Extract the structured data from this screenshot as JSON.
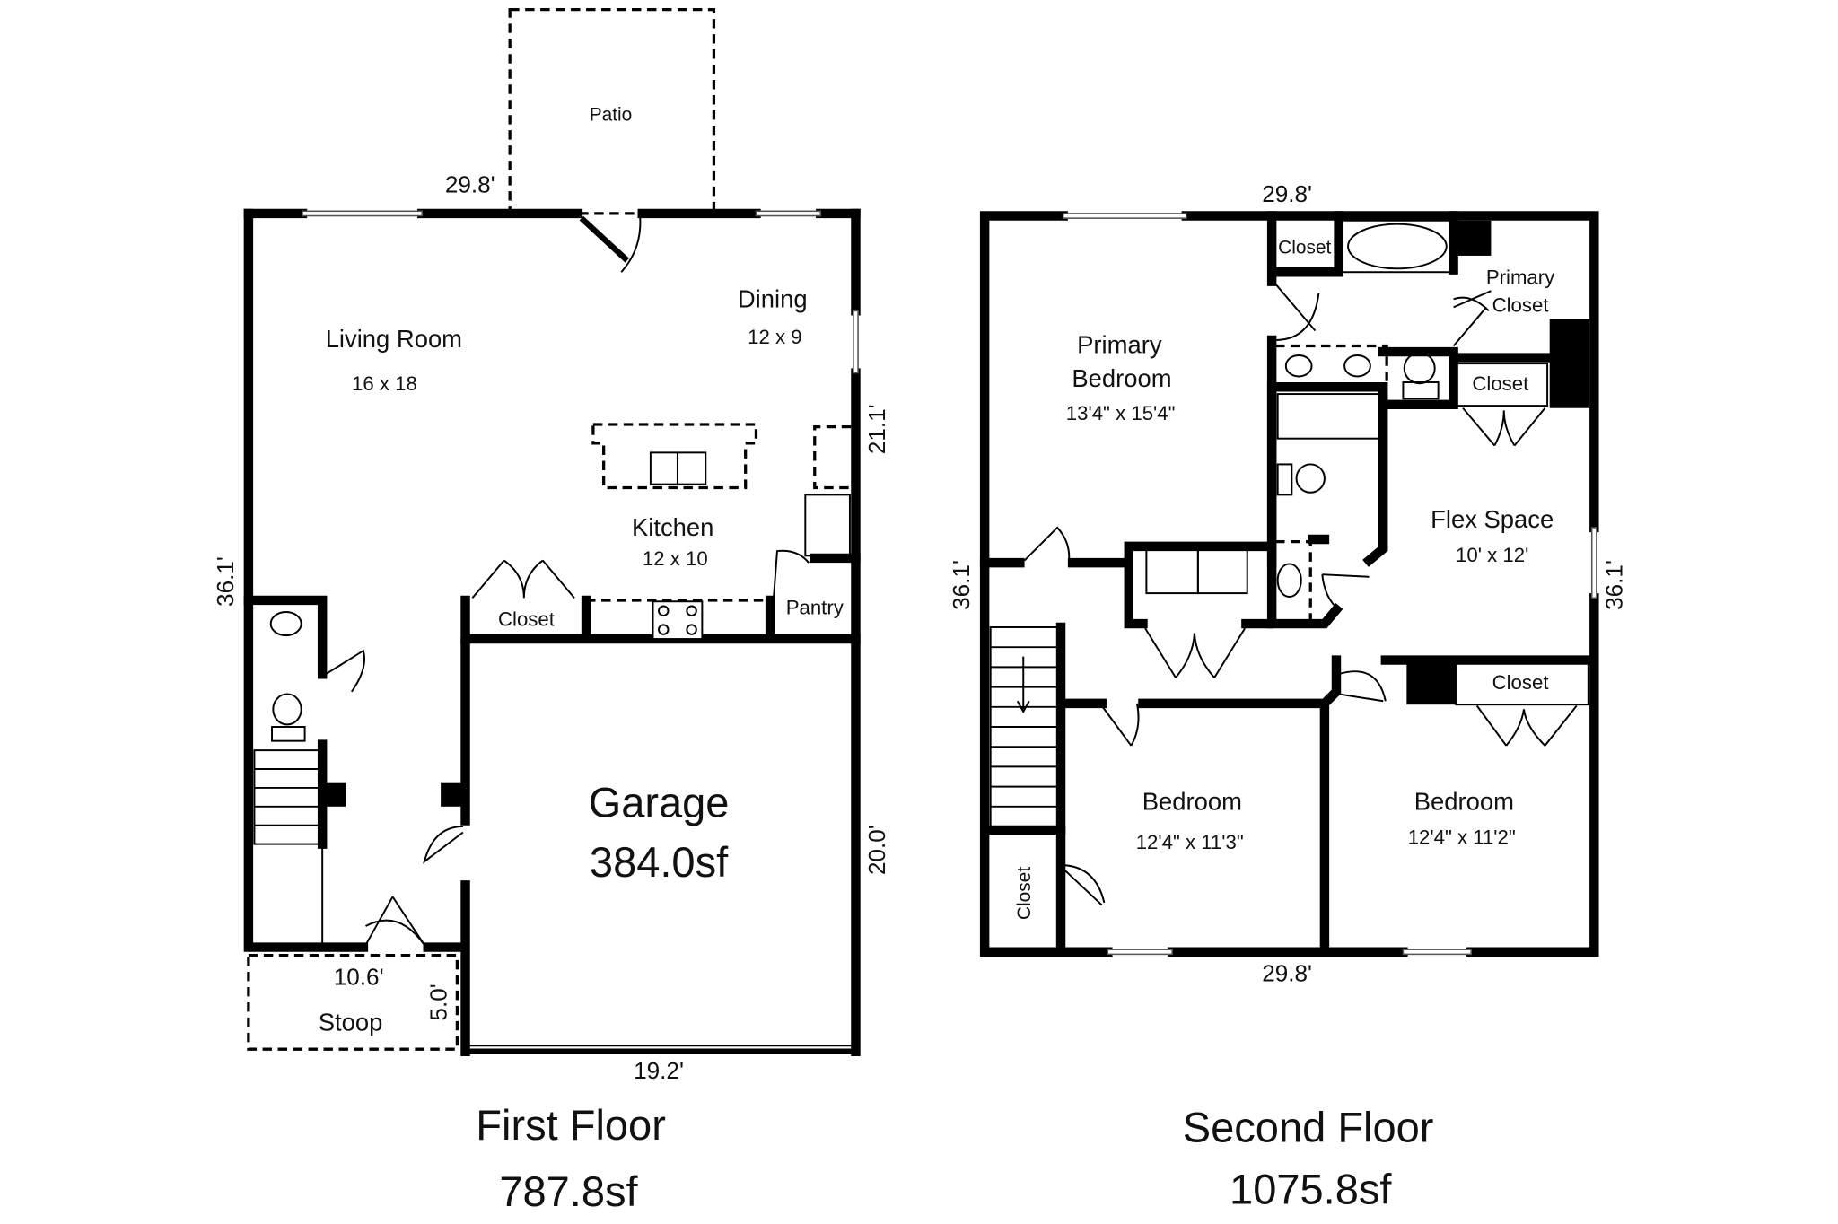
{
  "first_floor": {
    "title": "First Floor",
    "area": "787.8sf",
    "rooms": {
      "patio": "Patio",
      "living": {
        "name": "Living Room",
        "size": "16 x 18"
      },
      "dining": {
        "name": "Dining",
        "size": "12 x 9"
      },
      "kitchen": {
        "name": "Kitchen",
        "size": "12 x 10"
      },
      "closet": "Closet",
      "pantry": "Pantry",
      "garage": {
        "name": "Garage",
        "area": "384.0sf"
      },
      "stoop": "Stoop"
    },
    "dimensions": {
      "top": "29.8'",
      "left": "36.1'",
      "right_upper": "21.1'",
      "right_lower": "20.0'",
      "stoop_width": "10.6'",
      "stoop_depth": "5.0'",
      "garage_bottom": "19.2'"
    }
  },
  "second_floor": {
    "title": "Second Floor",
    "area": "1075.8sf",
    "rooms": {
      "primary_bedroom": {
        "name_line1": "Primary",
        "name_line2": "Bedroom",
        "size": "13'4\" x 15'4\""
      },
      "closet_top": "Closet",
      "primary_closet": {
        "line1": "Primary",
        "line2": "Closet"
      },
      "closet_mid": "Closet",
      "flex": {
        "name": "Flex Space",
        "size": "10' x 12'"
      },
      "closet_right": "Closet",
      "bedroom_1": {
        "name": "Bedroom",
        "size": "12'4\" x 11'3\""
      },
      "bedroom_2": {
        "name": "Bedroom",
        "size": "12'4\" x 11'2\""
      },
      "closet_stair": "Closet"
    },
    "dimensions": {
      "top": "29.8'",
      "left": "36.1'",
      "right": "36.1'",
      "bottom": "29.8'"
    }
  }
}
